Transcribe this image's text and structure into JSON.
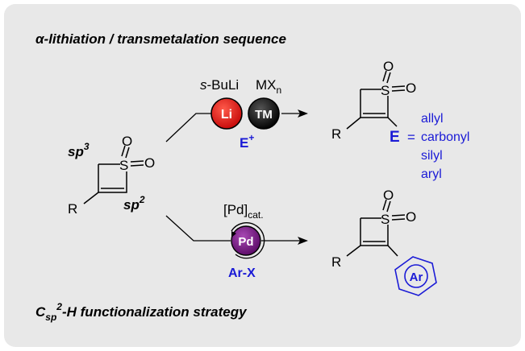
{
  "headings": {
    "top_prefix": "α",
    "top_text": "-lithiation / transmetalation sequence",
    "bottom_C": "C",
    "bottom_sub": "sp",
    "bottom_sup": "2",
    "bottom_text": "-H functionalization strategy"
  },
  "reagents_top": {
    "sbuli_italic": "s",
    "sbuli_rest": "-BuLi",
    "mxn_main": "MX",
    "mxn_sub": "n",
    "li_label": "Li",
    "tm_label": "TM",
    "electrophile_main": "E",
    "electrophile_sup": "+"
  },
  "reagents_bottom": {
    "catalyst_main": "[Pd]",
    "catalyst_sub": "cat.",
    "pd_label": "Pd",
    "arx_label": "Ar-X"
  },
  "start_material": {
    "sp3_main": "sp",
    "sp3_sup": "3",
    "sp2_main": "sp",
    "sp2_sup": "2",
    "S": "S",
    "O": "O",
    "R": "R"
  },
  "product_top": {
    "S": "S",
    "O": "O",
    "R": "R",
    "E": "E",
    "equals": "=",
    "options": [
      "allyl",
      "carbonyl",
      "silyl",
      "aryl"
    ]
  },
  "product_bottom": {
    "S": "S",
    "O": "O",
    "R": "R",
    "Ar": "Ar"
  },
  "colors": {
    "panel": "#e8e8e8",
    "li_circle": "#e31010",
    "tm_circle": "#111111",
    "pd_circle": "#7a1a86",
    "blue_text": "#1a1ad6"
  }
}
